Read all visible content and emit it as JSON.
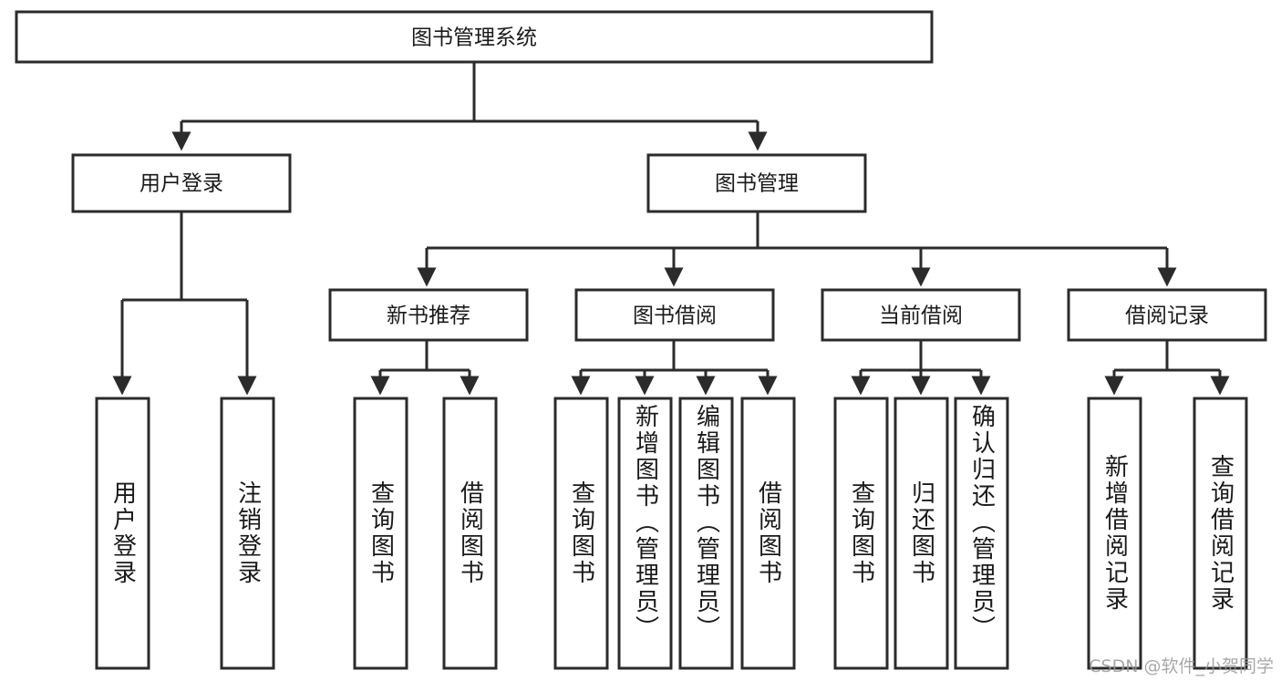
{
  "diagram": {
    "title": "图书管理系统",
    "type": "tree-hierarchy-diagram",
    "colors": {
      "box_stroke": "#2b2b2b",
      "box_fill": "#ffffff",
      "connector": "#2b2b2b",
      "text": "#1a1a1a",
      "background": "#ffffff",
      "watermark": "#9a9a9a"
    },
    "root": {
      "label": "图书管理系统"
    },
    "level2": [
      {
        "label": "用户登录"
      },
      {
        "label": "图书管理"
      }
    ],
    "level3": [
      {
        "label": "新书推荐"
      },
      {
        "label": "图书借阅"
      },
      {
        "label": "当前借阅"
      },
      {
        "label": "借阅记录"
      }
    ],
    "leaves": {
      "user_login": [
        {
          "label": "用户登录"
        },
        {
          "label": "注销登录"
        }
      ],
      "new_book_recommend": [
        {
          "label": "查询图书"
        },
        {
          "label": "借阅图书"
        }
      ],
      "book_borrow": [
        {
          "label": "查询图书"
        },
        {
          "label": "新增图书（管理员）"
        },
        {
          "label": "编辑图书（管理员）"
        },
        {
          "label": "借阅图书"
        }
      ],
      "current_borrow": [
        {
          "label": "查询图书"
        },
        {
          "label": "归还图书"
        },
        {
          "label": "确认归还（管理员）"
        }
      ],
      "borrow_record": [
        {
          "label": "新增借阅记录"
        },
        {
          "label": "查询借阅记录"
        }
      ]
    }
  },
  "watermark": {
    "text": "CSDN @软件_小贺同学"
  }
}
